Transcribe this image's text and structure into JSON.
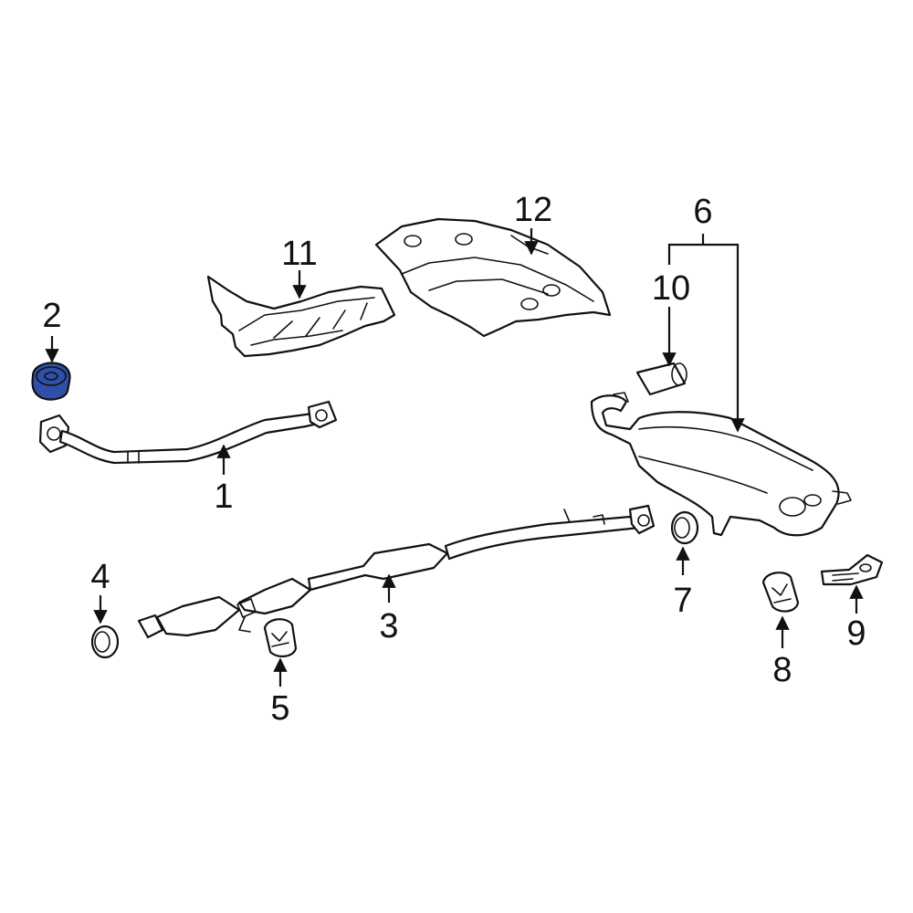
{
  "diagram": {
    "highlight_color": "#2f4fa8",
    "highlighted_part": "2",
    "callouts": [
      {
        "id": "c1",
        "label": "1"
      },
      {
        "id": "c2",
        "label": "2"
      },
      {
        "id": "c3",
        "label": "3"
      },
      {
        "id": "c4",
        "label": "4"
      },
      {
        "id": "c5",
        "label": "5"
      },
      {
        "id": "c6",
        "label": "6"
      },
      {
        "id": "c7",
        "label": "7"
      },
      {
        "id": "c8",
        "label": "8"
      },
      {
        "id": "c9",
        "label": "9"
      },
      {
        "id": "c10",
        "label": "10"
      },
      {
        "id": "c11",
        "label": "11"
      },
      {
        "id": "c12",
        "label": "12"
      }
    ]
  }
}
